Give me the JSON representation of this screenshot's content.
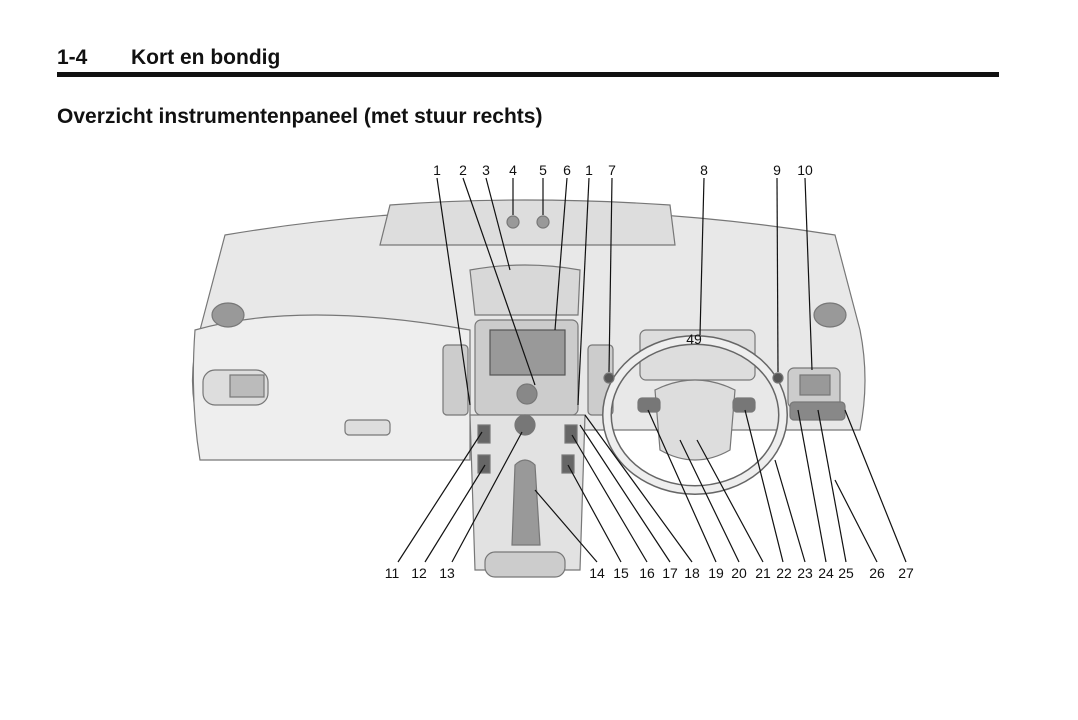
{
  "header": {
    "page_number": "1-4",
    "section": "Kort en bondig"
  },
  "title": "Overzicht instrumentenpaneel (met stuur rechts)",
  "figure": {
    "display_value": "49",
    "top_callouts": [
      "1",
      "2",
      "3",
      "4",
      "5",
      "6",
      "1",
      "7",
      "8",
      "9",
      "10"
    ],
    "bottom_callouts": [
      "11",
      "12",
      "13",
      "14",
      "15",
      "16",
      "17",
      "18",
      "19",
      "20",
      "21",
      "22",
      "23",
      "24",
      "25",
      "26",
      "27"
    ]
  }
}
